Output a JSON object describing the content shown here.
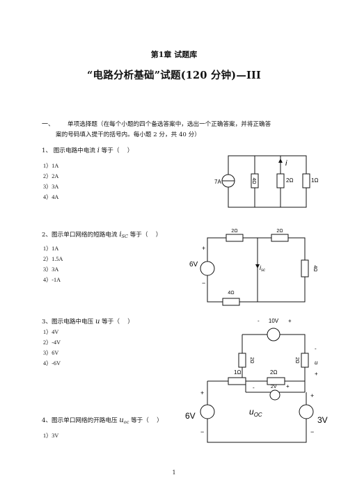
{
  "header": {
    "chapter": "第1章 试题库",
    "title": "“电路分析基础”试题(120 分钟)—III"
  },
  "section": {
    "number": "一、",
    "desc_line1": "单项选择题（在每个小题的四个备选答案中，选出一个正确答案，并将正确答",
    "desc_line2": "案的号码填入提干的括号内。每小题 2 分，共 40 分）"
  },
  "questions": [
    {
      "prefix": "1、 图示电路中电流",
      "var": "i",
      "suffix": "等于（　 ）",
      "options": [
        "1）1A",
        "2）2A",
        "3）3A",
        "4）4A"
      ],
      "circuit": {
        "source": "7A",
        "resistors": [
          "4Ω",
          "2Ω",
          "1Ω"
        ],
        "current_label": "i"
      }
    },
    {
      "prefix": "2、图示单口网络的短路电流",
      "var": "i",
      "var_sub": "SC",
      "suffix": "等于（　 ）",
      "options": [
        "1）1A",
        "2）1.5A",
        "3）3A",
        "4）-1A"
      ],
      "circuit": {
        "source": "6V",
        "plus": "+",
        "minus": "−",
        "resistors": [
          "2Ω",
          "2Ω",
          "4Ω",
          "4Ω"
        ],
        "current_label": "i",
        "current_sub": "sc"
      }
    },
    {
      "prefix": "3、图示电路中电压",
      "var": "u",
      "suffix": "等于（　 ）",
      "options": [
        "1）4V",
        "2）-4V",
        "3）6V",
        "4）-6V"
      ],
      "circuit": {
        "top_source": "10V",
        "top_minus": "-",
        "top_plus": "+",
        "resistors": [
          "2Ω",
          "2Ω"
        ],
        "u_label": "u",
        "u_minus": "-",
        "u_plus": "+"
      }
    },
    {
      "prefix": "4、图示单口网络的开路电压",
      "var": "u",
      "var_sub": "oc",
      "suffix": "等于（　 ）",
      "options": [
        "1）3V"
      ],
      "circuit": {
        "left_source": "6V",
        "right_source": "3V",
        "mid_source": "2V",
        "resistors": [
          "1Ω",
          "2Ω"
        ],
        "plus": "+",
        "minus": "−",
        "mid_minus": "-",
        "mid_plus": "+",
        "uoc_label": "u",
        "uoc_sub": "OC"
      }
    }
  ],
  "page": {
    "number": "1"
  }
}
